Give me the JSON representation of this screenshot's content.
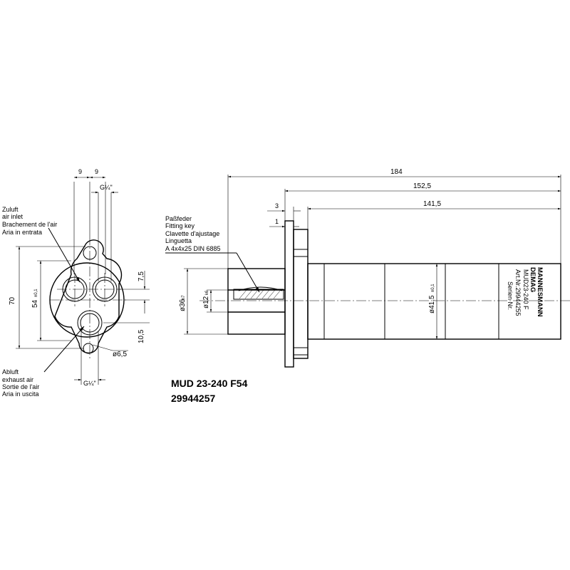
{
  "front_view": {
    "dims": {
      "w1": "9",
      "w2": "9",
      "thread_top": "G¼\"",
      "thread_bottom": "G¼\"",
      "h_total": "70",
      "h_bolt": "54",
      "h_bolt_tol": "±0,1",
      "off_top": "7,5",
      "off_bottom": "10,5",
      "hole_dia": "ø6,5"
    },
    "inlet_label": [
      "Zuluft",
      "air inlet",
      "Brachement de l'air",
      "Aria in entrata"
    ],
    "exhaust_label": [
      "Abluft",
      "exhaust air",
      "Sortie de l'air",
      "Aria in uscita"
    ]
  },
  "side_view": {
    "dims": {
      "len_total": "184",
      "len_body": "152,5",
      "len_motor": "141,5",
      "flange_a": "3",
      "flange_b": "1",
      "dia_shaft_pilot": "ø36",
      "dia_shaft_pilot_tol": "h7",
      "dia_shaft": "ø12",
      "dia_shaft_tol": "k6",
      "dia_body": "ø41,5",
      "dia_body_tol": "±0,1"
    },
    "key_label": [
      "Paßfeder",
      "Fitting key",
      "Clavette d'ajustage",
      "Linguetta",
      "A  4x4x25  DIN  6885"
    ],
    "nameplate": {
      "brand_1": "MANNESMANN",
      "brand_2": "DEMAG",
      "model": "MUD23-240  F",
      "art_nr": "Art.Nr.29944255",
      "serial": "Serien  Nr."
    }
  },
  "product": {
    "model": "MUD 23-240 F54",
    "number": "29944257"
  }
}
